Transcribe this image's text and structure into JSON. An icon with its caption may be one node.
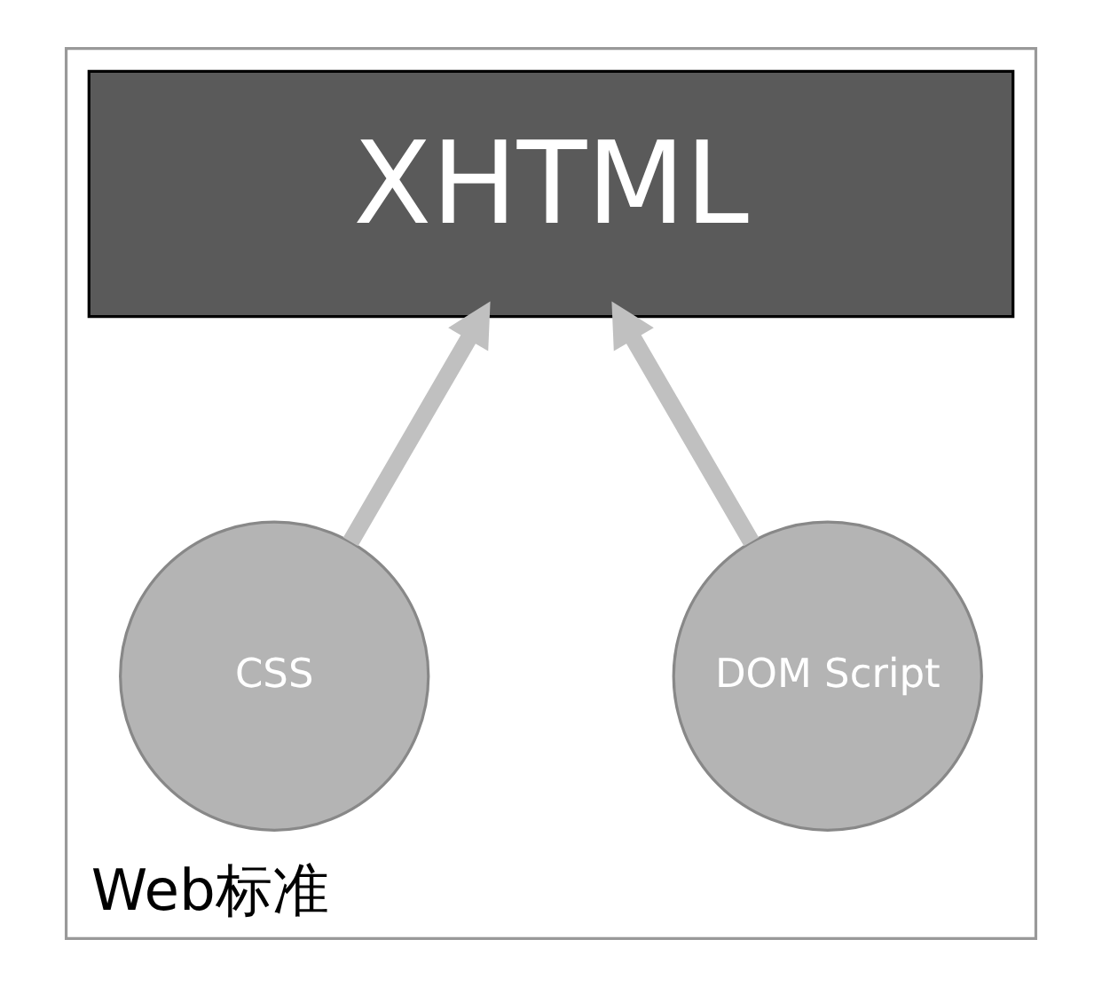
{
  "diagram": {
    "nodes": [
      {
        "text": [
          "Web标准"
        ]
      },
      {
        "text": [
          "XHTML"
        ],
        "in": 0
      },
      {
        "text": [
          "CSS"
        ],
        "in": 0
      },
      {
        "text": [
          "DOM Script"
        ],
        "in": 0
      }
    ],
    "edges": [
      {
        "from": 2,
        "to": 1,
        "arrow": "to"
      },
      {
        "from": 3,
        "to": 1,
        "arrow": "to"
      }
    ]
  }
}
